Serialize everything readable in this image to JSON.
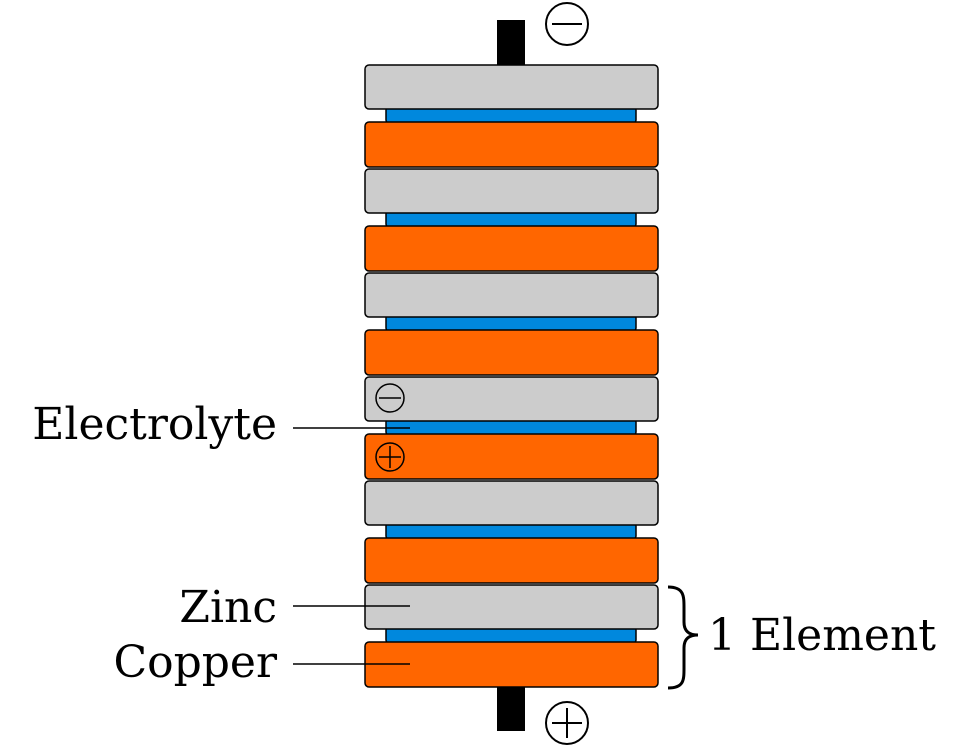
{
  "labels": {
    "electrolyte": "Electrolyte",
    "zinc": "Zinc",
    "copper": "Copper",
    "element": "1 Element"
  },
  "colors": {
    "zinc": "#cccccc",
    "copper": "#ff6600",
    "electrolyte": "#0088dd",
    "terminal": "#000000",
    "outline": "#000000"
  },
  "structure": {
    "cells": 6,
    "layer_order": [
      "zinc",
      "electrolyte",
      "copper"
    ],
    "top_terminal_sign": "negative",
    "bottom_terminal_sign": "positive"
  }
}
